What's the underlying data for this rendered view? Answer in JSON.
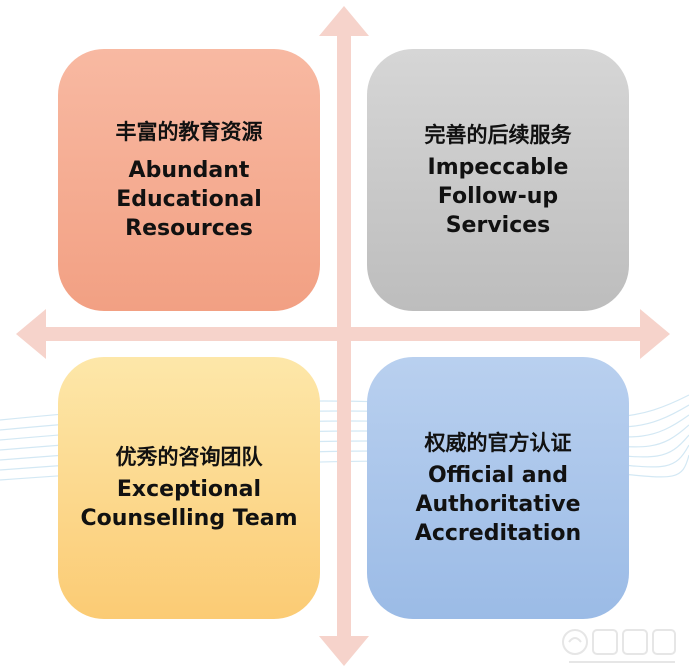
{
  "quadrants": {
    "top_left": {
      "zh": "丰富的教育资源",
      "en": "Abundant\nEducational\nResources"
    },
    "top_right": {
      "zh": "完善的后续服务",
      "en": "Impeccable\nFollow-up\nServices"
    },
    "bottom_left": {
      "zh": "优秀的咨询团队",
      "en": "Exceptional\nCounselling Team"
    },
    "bottom_right": {
      "zh": "权威的官方认证",
      "en": "Official and\nAuthoritative\nAccreditation"
    }
  },
  "colors": {
    "top_left": "#f4a88c",
    "top_right": "#c9c9c9",
    "bottom_left": "#fcd98a",
    "bottom_right": "#a9c5eb",
    "arrow": "#f6d3cb"
  }
}
